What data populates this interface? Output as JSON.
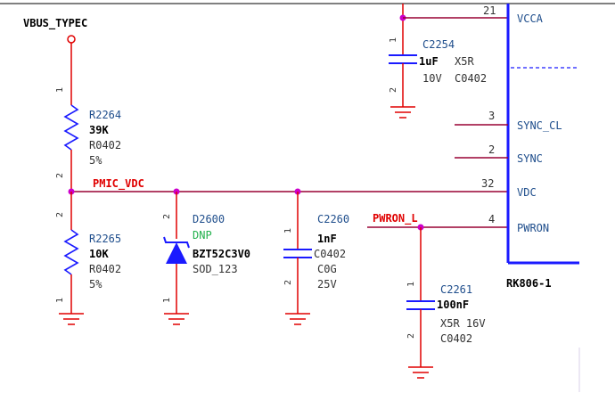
{
  "net_labels": {
    "vbus": "VBUS_TYPEC",
    "pmic_vdc": "PMIC_VDC",
    "pwron_l": "PWRON_L"
  },
  "components": {
    "r2264": {
      "ref": "R2264",
      "value": "39K",
      "footprint": "R0402",
      "tolerance": "5%",
      "pin_top": "1",
      "pin_bottom": "2"
    },
    "r2265": {
      "ref": "R2265",
      "value": "10K",
      "footprint": "R0402",
      "tolerance": "5%",
      "pin_top": "2",
      "pin_bottom": "1"
    },
    "d2600": {
      "ref": "D2600",
      "status": "DNP",
      "part": "BZT52C3V0",
      "package": "SOD_123",
      "pin_top": "2",
      "pin_bottom": "1"
    },
    "c2260": {
      "ref": "C2260",
      "value": "1nF",
      "footprint": "C0402",
      "dielectric": "C0G",
      "voltage": "25V",
      "pin_top": "1",
      "pin_bottom": "2"
    },
    "c2254": {
      "ref": "C2254",
      "value": "1uF",
      "dielectric": "X5R",
      "voltage": "10V",
      "footprint": "C0402",
      "pin_top": "1",
      "pin_bottom": "2"
    },
    "c2261": {
      "ref": "C2261",
      "value": "100nF",
      "dielectric_voltage": "X5R 16V",
      "footprint": "C0402",
      "pin_top": "1",
      "pin_bottom": "2"
    }
  },
  "chip": {
    "name": "RK806-1",
    "pins": [
      {
        "number": "21",
        "name": "VCCA"
      },
      {
        "number": "3",
        "name": "SYNC_CL"
      },
      {
        "number": "2",
        "name": "SYNC"
      },
      {
        "number": "32",
        "name": "VDC"
      },
      {
        "number": "4",
        "name": "PWRON"
      }
    ]
  },
  "colors": {
    "wire": "#990033",
    "net_red": "#e00000",
    "chip_blue": "#1a1aff",
    "symbol_blue": "#1a1aff",
    "ground_red": "#e00000",
    "junction": "#cc00cc",
    "dnp_green": "#22b14c"
  }
}
